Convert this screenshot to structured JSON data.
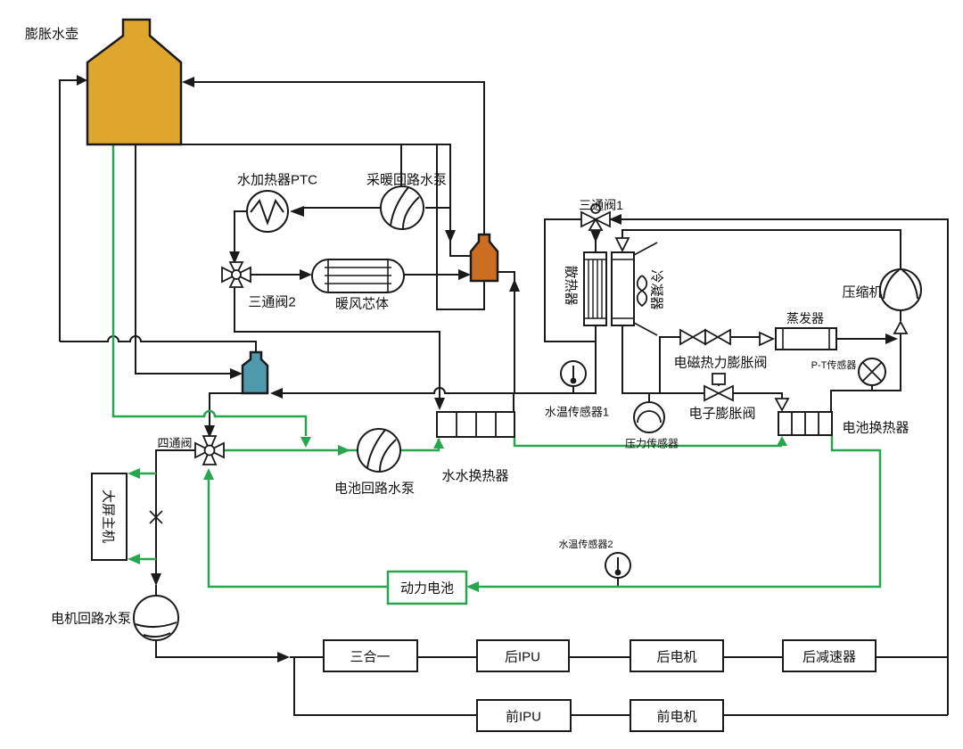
{
  "colors": {
    "pipe_black": "#1a1a1a",
    "pipe_green": "#27a74d",
    "tank_yellow": "#dfa62e",
    "bottle_orange": "#cb6e22",
    "bottle_teal": "#4e99ac",
    "battery_box_border": "#27a74d"
  },
  "labels": {
    "expansion_tank": "膨胀水壶",
    "ptc_heater": "水加热器PTC",
    "heating_pump": "采暖回路水泵",
    "three_way_valve_2": "三通阀2",
    "heater_core": "暖风芯体",
    "three_way_valve_1": "三通阀1",
    "radiator": "散热器",
    "condenser": "冷凝器",
    "compressor": "压缩机",
    "evaporator": "蒸发器",
    "em_expansion_valve": "电磁热力膨胀阀",
    "pt_sensor": "P-T传感器",
    "electronic_expansion_valve": "电子膨胀阀",
    "water_temp_sensor_1": "水温传感器1",
    "pressure_sensor": "压力传感器",
    "battery_heat_exchanger": "电池换热器",
    "water_water_heat_exchanger": "水水换热器",
    "battery_loop_pump": "电池回路水泵",
    "four_way_valve": "四通阀",
    "big_screen_host": "大屏主机",
    "motor_loop_pump": "电机回路水泵",
    "power_battery": "动力电池",
    "water_temp_sensor_2": "水温传感器2",
    "three_in_one": "三合一",
    "rear_ipu": "后IPU",
    "rear_motor": "后电机",
    "rear_reducer": "后减速器",
    "front_ipu": "前IPU",
    "front_motor": "前电机"
  }
}
